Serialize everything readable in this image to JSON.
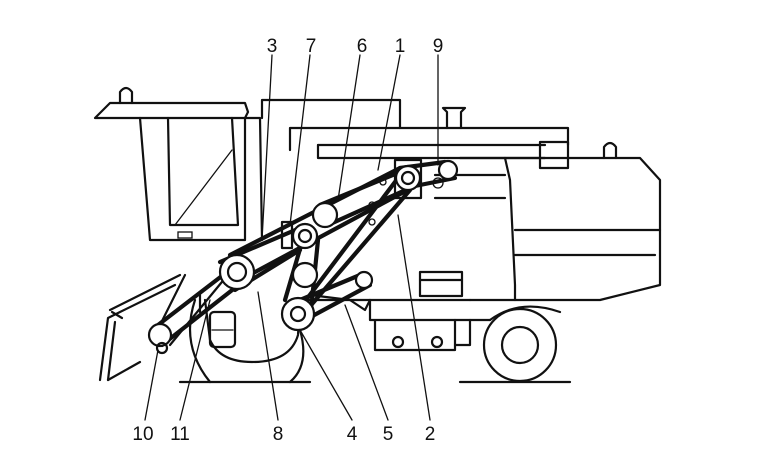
{
  "callouts": {
    "n1": "1",
    "n2": "2",
    "n3": "3",
    "n4": "4",
    "n5": "5",
    "n6": "6",
    "n7": "7",
    "n8": "8",
    "n9": "9",
    "n10": "10",
    "n11": "11"
  }
}
